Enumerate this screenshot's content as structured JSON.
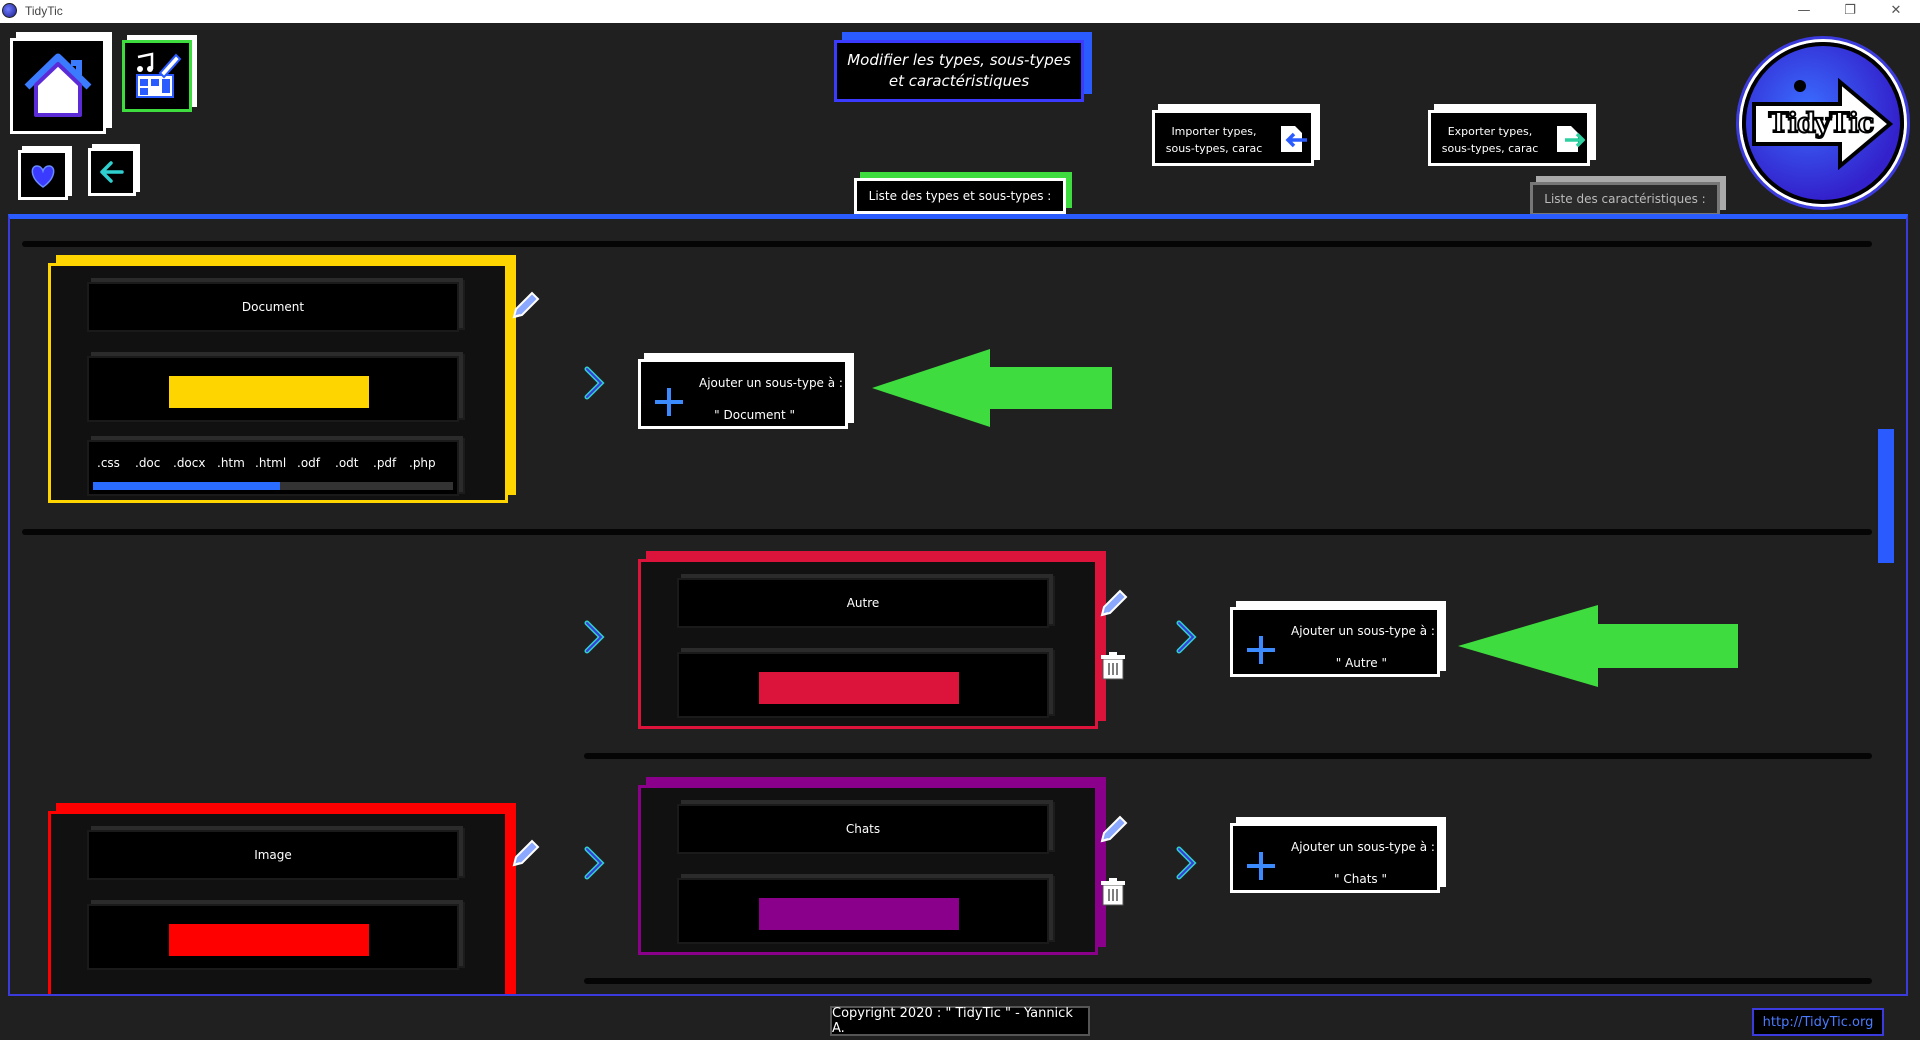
{
  "window": {
    "title": "TidyTic",
    "minimize": "—",
    "maximize": "❐",
    "close": "✕"
  },
  "header": {
    "title_line1": "Modifier les types, sous-types",
    "title_line2": "et caractéristiques",
    "import_line1": "Importer types,",
    "import_line2": "sous-types, carac",
    "export_line1": "Exporter types,",
    "export_line2": "sous-types, carac",
    "tab_types": "Liste des types et sous-types :",
    "tab_carac": "Liste des caractéristiques :",
    "logo_text": "TidyTic"
  },
  "types": [
    {
      "name": "Document",
      "color": "#FFD500",
      "extensions": [
        ".css",
        ".doc",
        ".docx",
        ".htm",
        ".html",
        ".odf",
        ".odt",
        ".pdf",
        ".php"
      ],
      "extensions_scroll_fraction": 0.52,
      "add_label": "Ajouter un sous-type à :",
      "add_target": "\" Document \""
    },
    {
      "name": "Image",
      "color": "#FF0000"
    }
  ],
  "subtypes": [
    {
      "name": "Autre",
      "color": "#DC143C",
      "add_label": "Ajouter un sous-type à :",
      "add_target": "\" Autre \""
    },
    {
      "name": "Chats",
      "color": "#8B008B",
      "add_label": "Ajouter un sous-type à :",
      "add_target": "\" Chats \""
    }
  ],
  "colors": {
    "accent_blue": "#2a5bff",
    "accent_green": "#3fdc3f",
    "tab_active": "#3fdc3f",
    "tab_inactive": "#888888"
  },
  "footer": {
    "copyright": "Copyright 2020 : \" TidyTic \" - Yannick A.",
    "url": "http://TidyTic.org"
  },
  "icons": [
    "home-icon",
    "media-edit-icon",
    "heart-icon",
    "back-arrow-icon",
    "import-icon",
    "export-icon",
    "pencil-icon",
    "trash-icon",
    "plus-icon",
    "chevron-right-icon"
  ]
}
